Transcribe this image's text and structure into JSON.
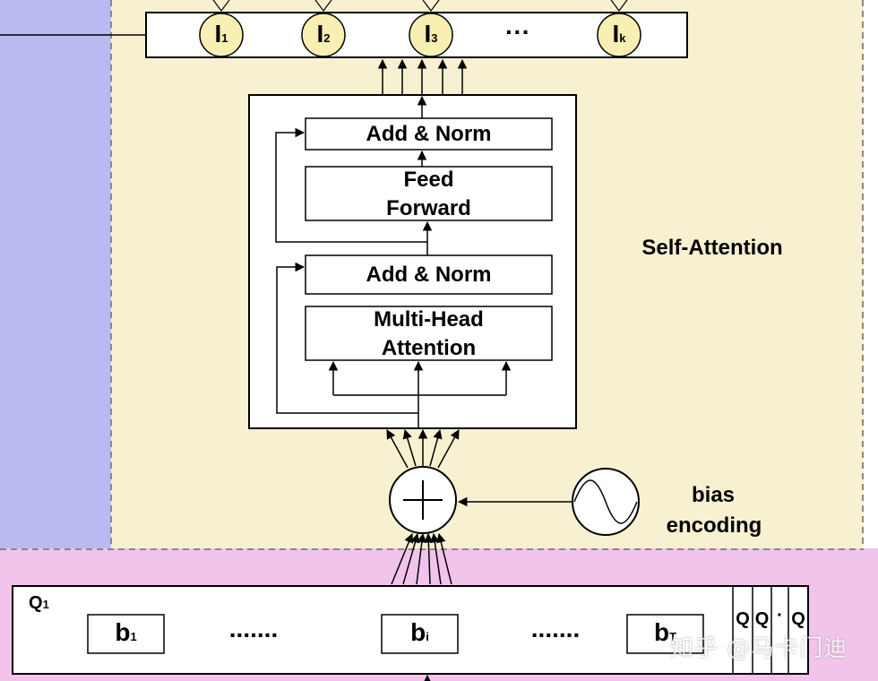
{
  "colors": {
    "left_panel": "#babaf3",
    "self_attention_bg": "#f8f1d1",
    "bottom_bg": "#f2c4ec",
    "output_circle": "#f8f0b2",
    "dashed_border": "#888888",
    "box_stroke": "#000000"
  },
  "output_row": {
    "tokens": [
      {
        "main": "I",
        "sub": "1"
      },
      {
        "main": "I",
        "sub": "2"
      },
      {
        "main": "I",
        "sub": "3"
      },
      {
        "main": "I",
        "sub": "k"
      }
    ],
    "ellipsis": "···"
  },
  "encoder": {
    "add_norm_top": "Add & Norm",
    "feed_forward_line1": "Feed",
    "feed_forward_line2": "Forward",
    "add_norm_bottom": "Add & Norm",
    "mha_line1": "Multi-Head",
    "mha_line2": "Attention"
  },
  "self_attention_label": "Self-Attention",
  "bias_encoding_line1": "bias",
  "bias_encoding_line2": "encoding",
  "input_row": {
    "queue_label": {
      "main": "Q",
      "sub": "1"
    },
    "items": [
      {
        "main": "b",
        "sub": "1"
      },
      {
        "main": "b",
        "sub": "i"
      },
      {
        "main": "b",
        "sub": "T"
      }
    ],
    "dots_left": ".......",
    "dots_right": ".......",
    "side_cells": [
      "Q",
      "Q",
      "·",
      "Q"
    ]
  },
  "watermark": "知乎 @马卡门迪"
}
